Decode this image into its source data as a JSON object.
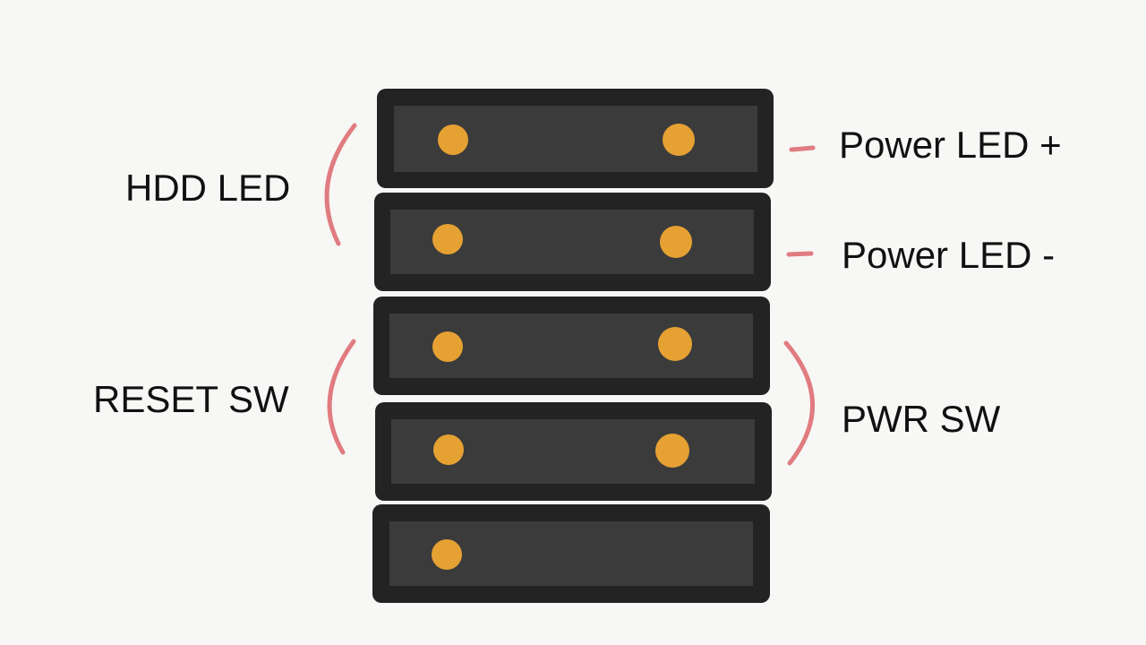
{
  "colors": {
    "background": "#f7f7f5",
    "row_outer": "#232323",
    "row_inner": "#3b3b3b",
    "pin": "#e6a133",
    "bracket": "#e07c80",
    "text": "#111111"
  },
  "labels": {
    "hdd_led": "HDD LED",
    "reset_sw": "RESET SW",
    "power_led_plus": "Power LED +",
    "power_led_minus": "Power LED -",
    "pwr_sw": "PWR SW"
  },
  "header": {
    "rows": [
      {
        "pins": [
          "left",
          "right"
        ]
      },
      {
        "pins": [
          "left",
          "right"
        ]
      },
      {
        "pins": [
          "left",
          "right"
        ]
      },
      {
        "pins": [
          "left",
          "right"
        ]
      },
      {
        "pins": [
          "left"
        ]
      }
    ]
  }
}
